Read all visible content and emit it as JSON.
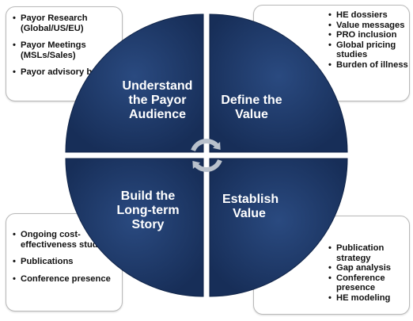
{
  "colors": {
    "segment": "#1e3a6b",
    "segment_edge": "#0f2347",
    "box_border": "#b9b9b9",
    "arrow": "#b9c1cc"
  },
  "quadrants": {
    "top_left": "Understand\nthe Payor\nAudience",
    "top_right": "Define the\nValue",
    "bottom_left": "Build the\nLong-term\nStory",
    "bottom_right": "Establish\nValue"
  },
  "boxes": {
    "top_left": [
      "Payor Research (Global/US/EU)",
      "Payor Meetings (MSLs/Sales)",
      "Payor advisory boards"
    ],
    "top_right": [
      "HE dossiers",
      "Value messages",
      "PRO inclusion",
      "Global pricing studies",
      "Burden of illness"
    ],
    "bottom_left": [
      "Ongoing cost-effectiveness studies",
      "Publications",
      "Conference presence"
    ],
    "bottom_right": [
      "Publication strategy",
      "Gap analysis",
      "Conference presence",
      "HE modeling"
    ]
  },
  "center_icon": "cycle-arrows-icon"
}
